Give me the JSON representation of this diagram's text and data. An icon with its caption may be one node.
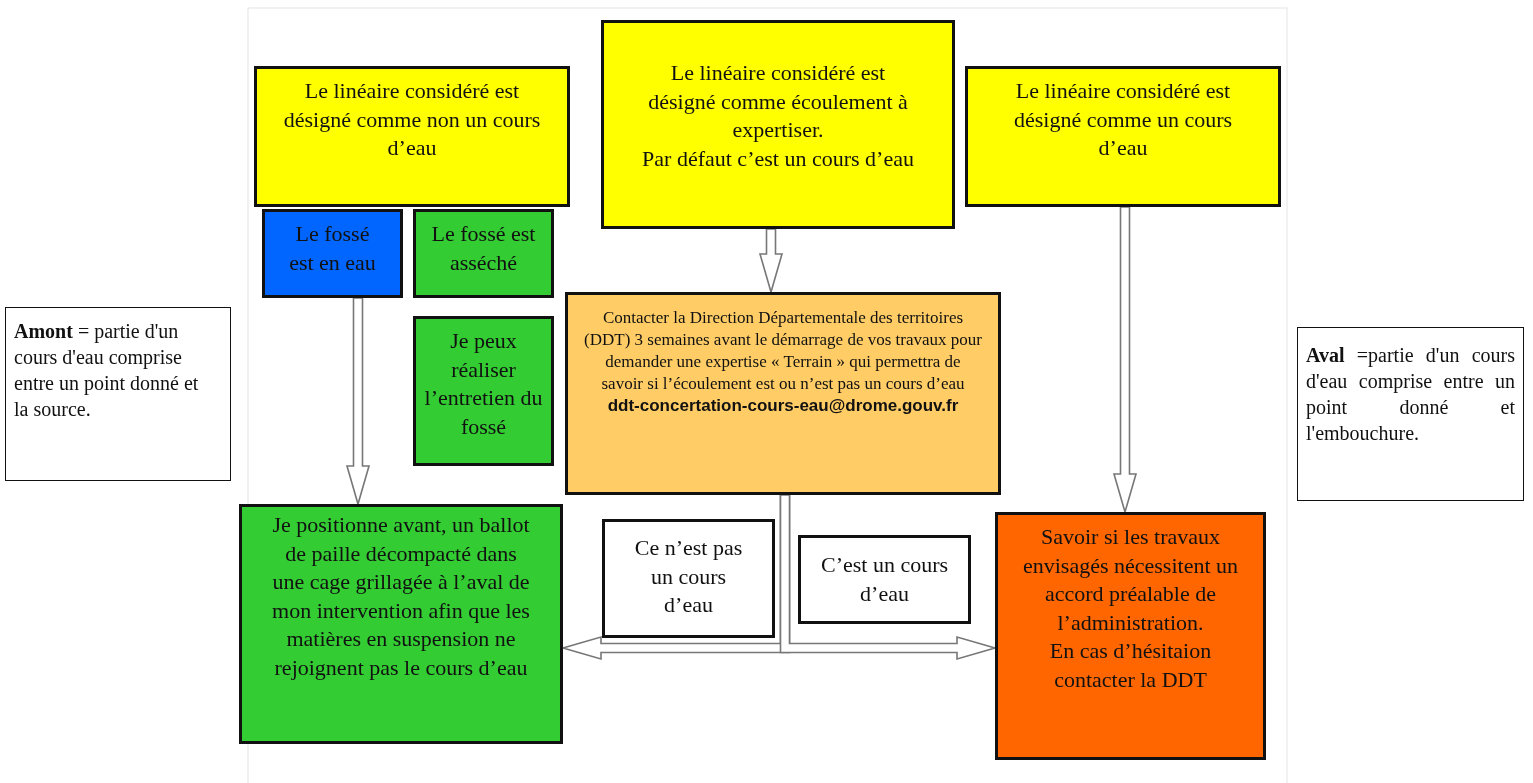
{
  "diagram": {
    "nodes": [
      {
        "text": [
          "**Amont** = partie d'un cours d'eau comprise entre un point donné et la source."
        ]
      },
      {
        "text": [
          "Le linéaire considéré est désigné comme non un cours d’eau"
        ]
      },
      {
        "text": [
          "Le fossé est en eau"
        ]
      },
      {
        "text": [
          "Le fossé est asséché"
        ]
      },
      {
        "text": [
          "Je peux réaliser l’entretien du fossé"
        ]
      },
      {
        "text": [
          "Le linéaire considéré est désigné comme écoulement à expertiser.",
          "Par défaut c’est un cours d’eau"
        ]
      },
      {
        "text": [
          "Le linéaire considéré est désigné comme un cours d’eau"
        ]
      },
      {
        "text": [
          "Contacter la Direction Départementale des territoires (DDT) 3 semaines avant le démarrage de vos travaux pour demander une expertise « Terrain » qui permettra de savoir si l’écoulement est ou n’est pas un cours d’eau",
          "ddt-concertation-cours-eau@drome.gouv.fr"
        ]
      },
      {
        "text": [
          "Je positionne avant, un ballot de paille décompacté dans une cage grillagée à l’aval de mon intervention afin que les matières en suspension ne rejoignent pas le cours d’eau"
        ]
      },
      {
        "text": [
          "Ce n’est pas un cours d’eau"
        ]
      },
      {
        "text": [
          "C’est un cours d’eau"
        ]
      },
      {
        "text": [
          "Savoir si les travaux envisagés nécessitent un accord préalable de l’administration.",
          "En cas d’hésitaion contacter la DDT"
        ]
      },
      {
        "text": [
          "**Aval** =partie d'un cours d'eau comprise entre un point donné et l'embouchure."
        ]
      }
    ],
    "edges": [
      {
        "from": 2,
        "to": 8,
        "arrow": "to"
      },
      {
        "from": 5,
        "to": 7,
        "arrow": "to"
      },
      {
        "from": 6,
        "to": 11,
        "arrow": "to"
      },
      {
        "from": 7,
        "to": 8,
        "arrow": "to"
      },
      {
        "from": 7,
        "to": 11,
        "arrow": "to"
      }
    ]
  }
}
